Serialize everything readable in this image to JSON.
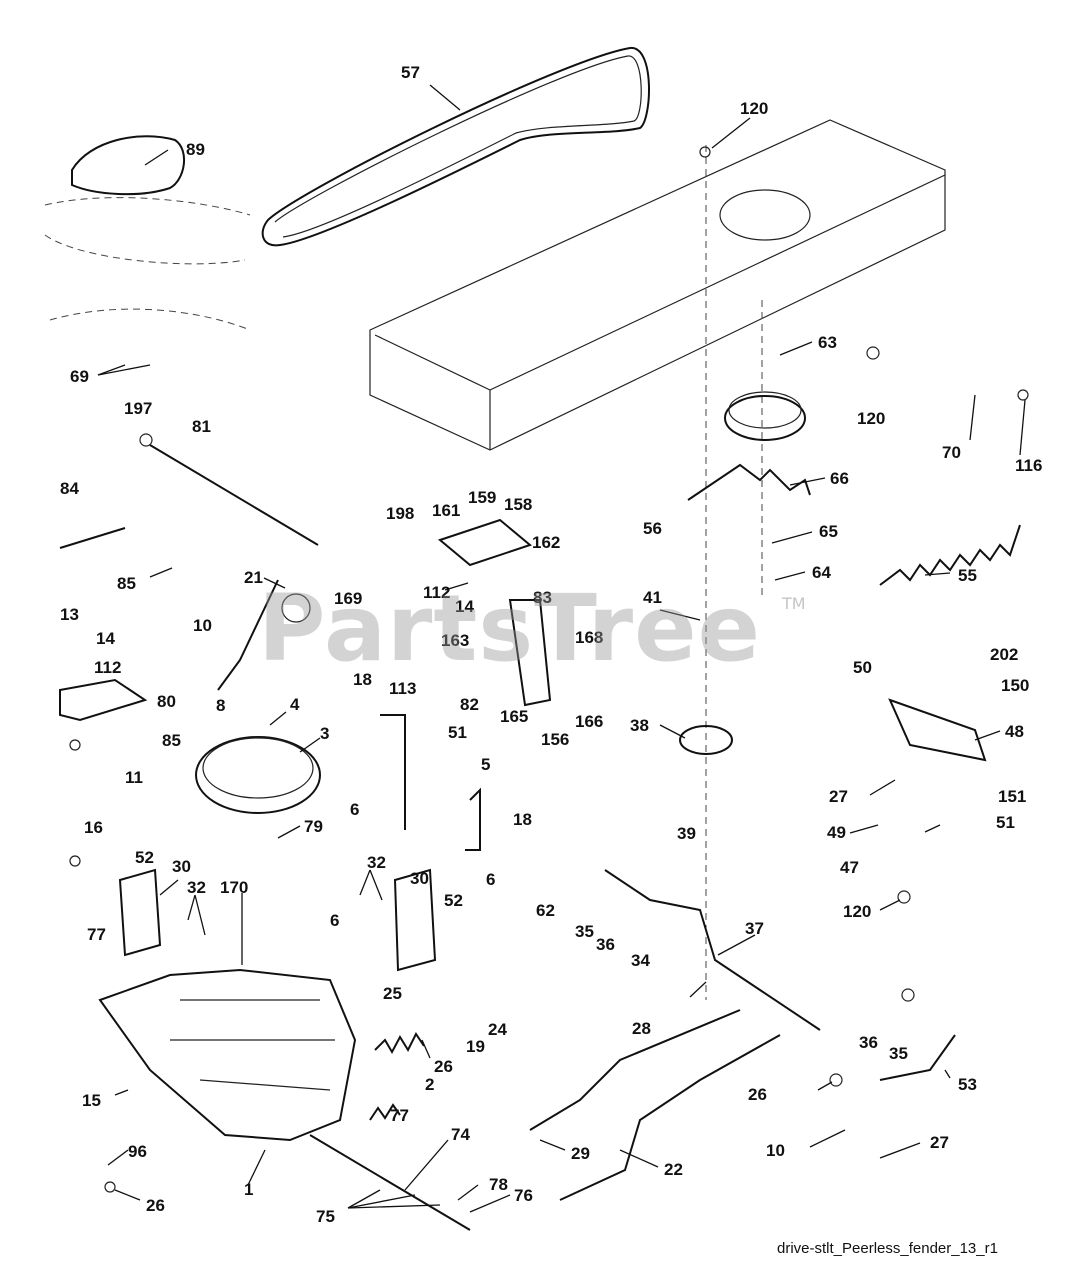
{
  "watermark": {
    "text": "PartsTree",
    "tm": "TM"
  },
  "caption": "drive-stlt_Peerless_fender_13_r1",
  "callouts": [
    {
      "label": "57"
    },
    {
      "label": "120"
    },
    {
      "label": "89"
    },
    {
      "label": "63"
    },
    {
      "label": "69"
    },
    {
      "label": "120"
    },
    {
      "label": "70"
    },
    {
      "label": "116"
    },
    {
      "label": "197"
    },
    {
      "label": "81"
    },
    {
      "label": "66"
    },
    {
      "label": "84"
    },
    {
      "label": "198"
    },
    {
      "label": "161"
    },
    {
      "label": "159"
    },
    {
      "label": "158"
    },
    {
      "label": "56"
    },
    {
      "label": "65"
    },
    {
      "label": "162"
    },
    {
      "label": "64"
    },
    {
      "label": "85"
    },
    {
      "label": "21"
    },
    {
      "label": "169"
    },
    {
      "label": "112"
    },
    {
      "label": "14"
    },
    {
      "label": "83"
    },
    {
      "label": "55"
    },
    {
      "label": "13"
    },
    {
      "label": "10"
    },
    {
      "label": "41"
    },
    {
      "label": "14"
    },
    {
      "label": "163"
    },
    {
      "label": "168"
    },
    {
      "label": "50"
    },
    {
      "label": "202"
    },
    {
      "label": "112"
    },
    {
      "label": "150"
    },
    {
      "label": "80"
    },
    {
      "label": "8"
    },
    {
      "label": "82"
    },
    {
      "label": "18"
    },
    {
      "label": "113"
    },
    {
      "label": "4"
    },
    {
      "label": "165"
    },
    {
      "label": "156"
    },
    {
      "label": "166"
    },
    {
      "label": "85"
    },
    {
      "label": "38"
    },
    {
      "label": "48"
    },
    {
      "label": "3"
    },
    {
      "label": "51"
    },
    {
      "label": "27"
    },
    {
      "label": "11"
    },
    {
      "label": "5"
    },
    {
      "label": "151"
    },
    {
      "label": "6"
    },
    {
      "label": "18"
    },
    {
      "label": "51"
    },
    {
      "label": "39"
    },
    {
      "label": "16"
    },
    {
      "label": "79"
    },
    {
      "label": "49"
    },
    {
      "label": "52"
    },
    {
      "label": "47"
    },
    {
      "label": "30"
    },
    {
      "label": "6"
    },
    {
      "label": "32"
    },
    {
      "label": "62"
    },
    {
      "label": "32"
    },
    {
      "label": "30"
    },
    {
      "label": "170"
    },
    {
      "label": "120"
    },
    {
      "label": "52"
    },
    {
      "label": "35"
    },
    {
      "label": "36"
    },
    {
      "label": "37"
    },
    {
      "label": "77"
    },
    {
      "label": "6"
    },
    {
      "label": "34"
    },
    {
      "label": "25"
    },
    {
      "label": "24"
    },
    {
      "label": "28"
    },
    {
      "label": "36"
    },
    {
      "label": "19"
    },
    {
      "label": "26"
    },
    {
      "label": "35"
    },
    {
      "label": "53"
    },
    {
      "label": "2"
    },
    {
      "label": "15"
    },
    {
      "label": "77"
    },
    {
      "label": "26"
    },
    {
      "label": "74"
    },
    {
      "label": "29"
    },
    {
      "label": "10"
    },
    {
      "label": "27"
    },
    {
      "label": "96"
    },
    {
      "label": "22"
    },
    {
      "label": "78"
    },
    {
      "label": "76"
    },
    {
      "label": "1"
    },
    {
      "label": "26"
    },
    {
      "label": "75"
    }
  ]
}
